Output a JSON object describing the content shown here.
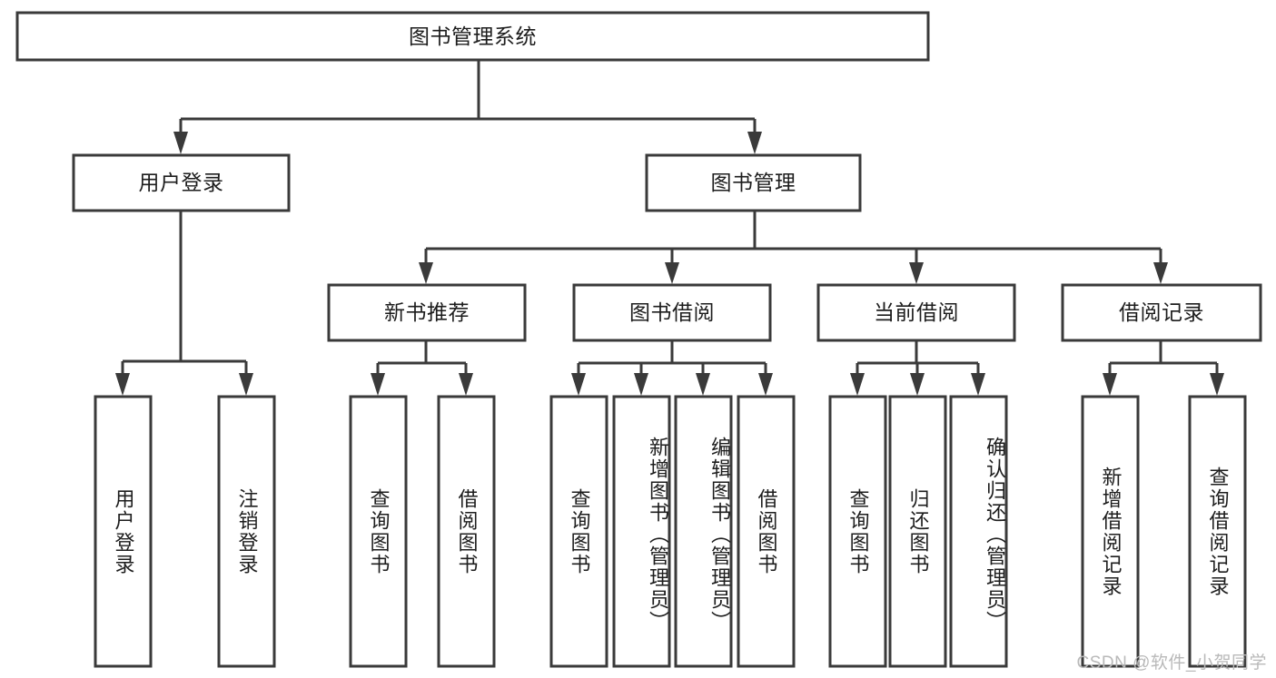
{
  "diagram": {
    "type": "hierarchy-tree",
    "title": "图书管理系统",
    "root": {
      "id": "root",
      "label": "图书管理系统"
    },
    "level2": [
      {
        "id": "user-login",
        "label": "用户登录"
      },
      {
        "id": "book-management",
        "label": "图书管理"
      }
    ],
    "level3": [
      {
        "id": "new-book-recommend",
        "label": "新书推荐",
        "parent": "book-management"
      },
      {
        "id": "book-borrow",
        "label": "图书借阅",
        "parent": "book-management"
      },
      {
        "id": "current-borrow",
        "label": "当前借阅",
        "parent": "book-management"
      },
      {
        "id": "borrow-record",
        "label": "借阅记录",
        "parent": "book-management"
      }
    ],
    "leaves": [
      {
        "id": "leaf-user-login",
        "label": "用户登录",
        "parent": "user-login"
      },
      {
        "id": "leaf-logout",
        "label": "注销登录",
        "parent": "user-login"
      },
      {
        "id": "leaf-query-book-1",
        "label": "查询图书",
        "parent": "new-book-recommend"
      },
      {
        "id": "leaf-borrow-book-1",
        "label": "借阅图书",
        "parent": "new-book-recommend"
      },
      {
        "id": "leaf-query-book-2",
        "label": "查询图书",
        "parent": "book-borrow"
      },
      {
        "id": "leaf-add-book",
        "label": "新增图书（管理员）",
        "parent": "book-borrow"
      },
      {
        "id": "leaf-edit-book",
        "label": "编辑图书（管理员）",
        "parent": "book-borrow"
      },
      {
        "id": "leaf-borrow-book-2",
        "label": "借阅图书",
        "parent": "book-borrow"
      },
      {
        "id": "leaf-query-book-3",
        "label": "查询图书",
        "parent": "current-borrow"
      },
      {
        "id": "leaf-return-book",
        "label": "归还图书",
        "parent": "current-borrow"
      },
      {
        "id": "leaf-confirm-return",
        "label": "确认归还（管理员）",
        "parent": "current-borrow"
      },
      {
        "id": "leaf-add-record",
        "label": "新增借阅记录",
        "parent": "borrow-record"
      },
      {
        "id": "leaf-query-record",
        "label": "查询借阅记录",
        "parent": "borrow-record"
      }
    ]
  },
  "watermark": {
    "text": "CSDN @软件_小贺同学"
  },
  "colors": {
    "stroke": "#3a3a3a",
    "text": "#1d1d1d",
    "background": "#ffffff",
    "watermark": "#b9b9b9"
  }
}
